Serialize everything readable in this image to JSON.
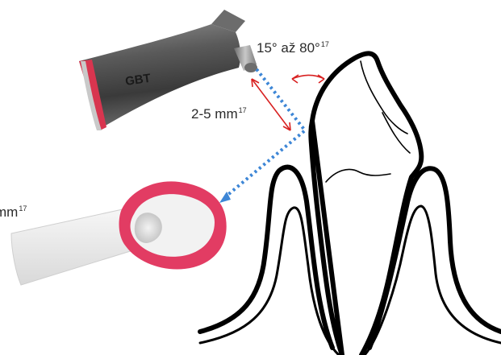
{
  "labels": {
    "angle": {
      "text": "15° až 80°",
      "sup": "17"
    },
    "distance": {
      "text": "2-5 mm",
      "sup": "17"
    },
    "left_partial": {
      "text": "mm",
      "sup": "17"
    }
  },
  "handpiece": {
    "brand": "GBT"
  },
  "colors": {
    "accent_red": "#d8354f",
    "powder_pink": "#e23c63",
    "dotted_path": "#3d86d6",
    "arrow_red": "#d82020",
    "outline": "#000000",
    "metal_dark": "#3c3c3c",
    "metal_light": "#9a9a9a"
  }
}
